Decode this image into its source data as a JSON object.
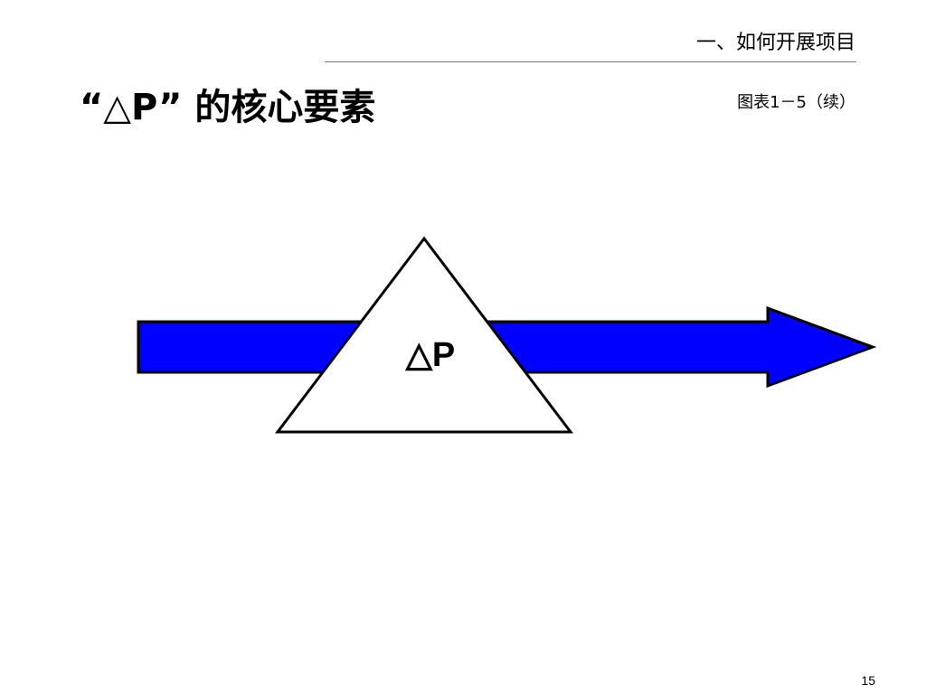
{
  "header": {
    "section_title": "一、如何开展项目",
    "slide_title": "“△P” 的核心要素",
    "figure_label": "图表1－5（续）"
  },
  "diagram": {
    "center_label": "△P",
    "colors": {
      "arrow_fill": "#0000ff",
      "outline": "#000000",
      "triangle_fill": "#ffffff"
    }
  },
  "footer": {
    "page_number": "15"
  }
}
